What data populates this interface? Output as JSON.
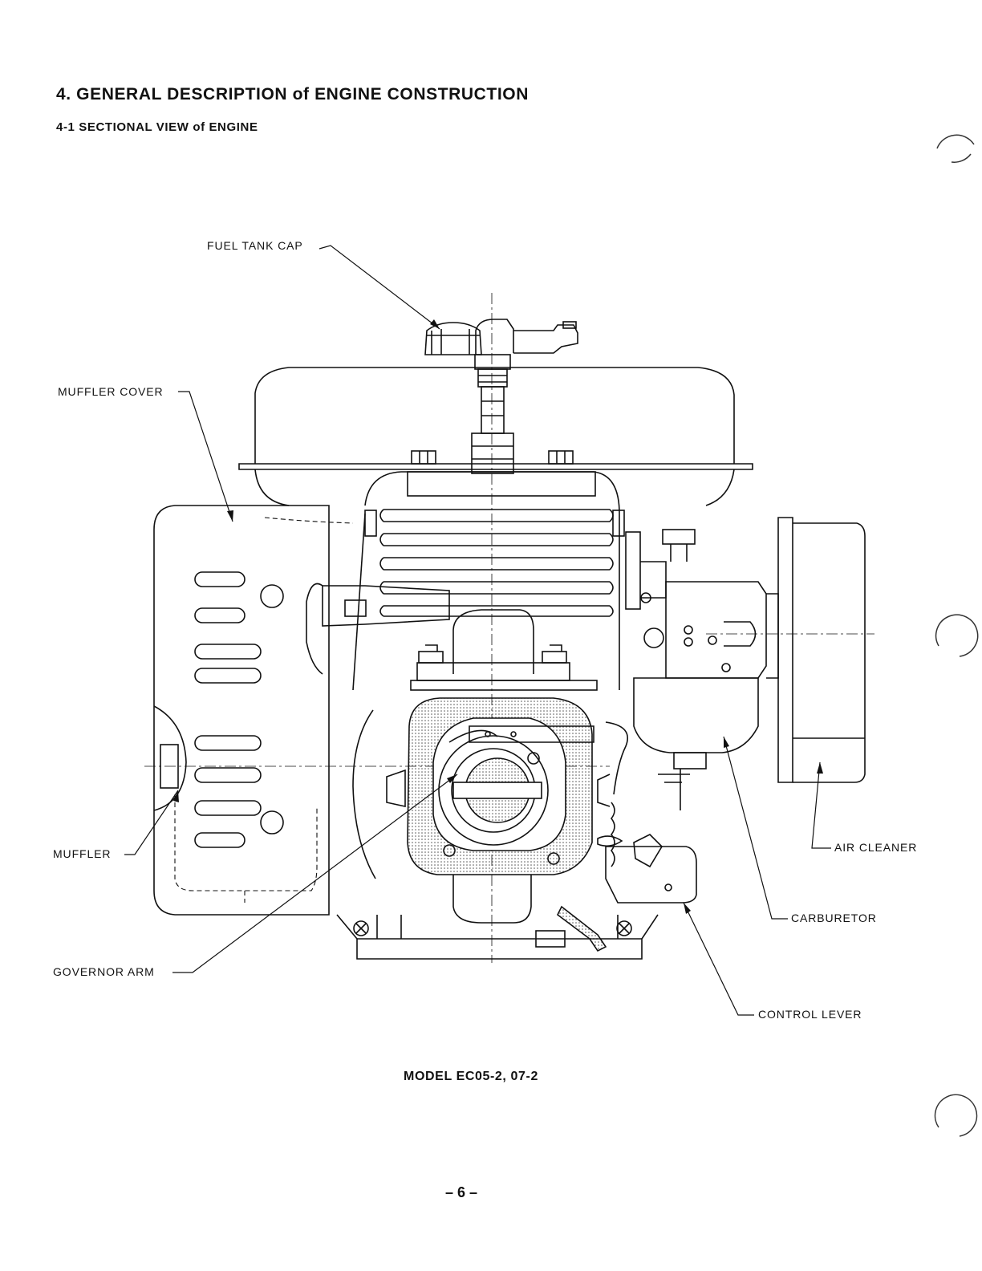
{
  "heading": "4.  GENERAL DESCRIPTION of ENGINE CONSTRUCTION",
  "subheading": "4-1  SECTIONAL VIEW of ENGINE",
  "labels": {
    "fuel_tank_cap": "FUEL TANK CAP",
    "muffler_cover": "MUFFLER COVER",
    "muffler": "MUFFLER",
    "governor_arm": "GOVERNOR ARM",
    "air_cleaner": "AIR CLEANER",
    "carburetor": "CARBURETOR",
    "control_lever": "CONTROL LEVER"
  },
  "caption": "MODEL EC05-2, 07-2",
  "page_number": "– 6 –"
}
